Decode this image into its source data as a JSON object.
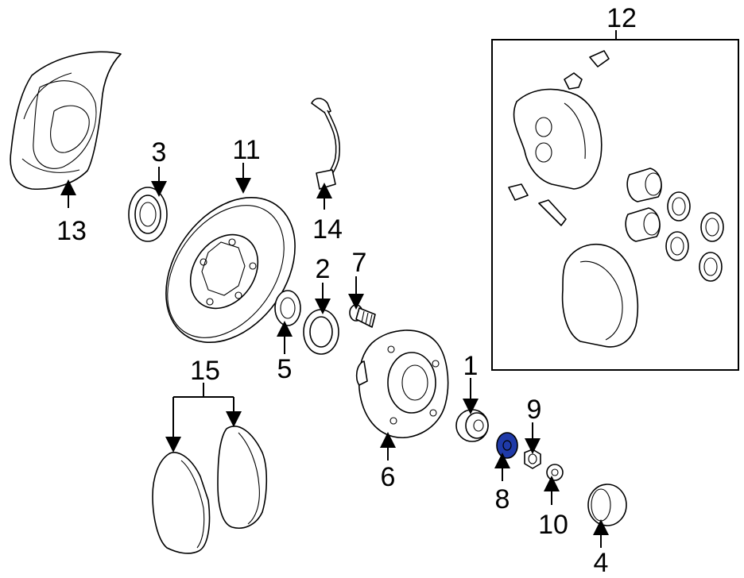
{
  "callouts": {
    "c1": "1",
    "c2": "2",
    "c3": "3",
    "c4": "4",
    "c5": "5",
    "c6": "6",
    "c7": "7",
    "c8": "8",
    "c9": "9",
    "c10": "10",
    "c11": "11",
    "c12": "12",
    "c13": "13",
    "c14": "14",
    "c15": "15"
  },
  "highlight_color": "#1f3aa8"
}
